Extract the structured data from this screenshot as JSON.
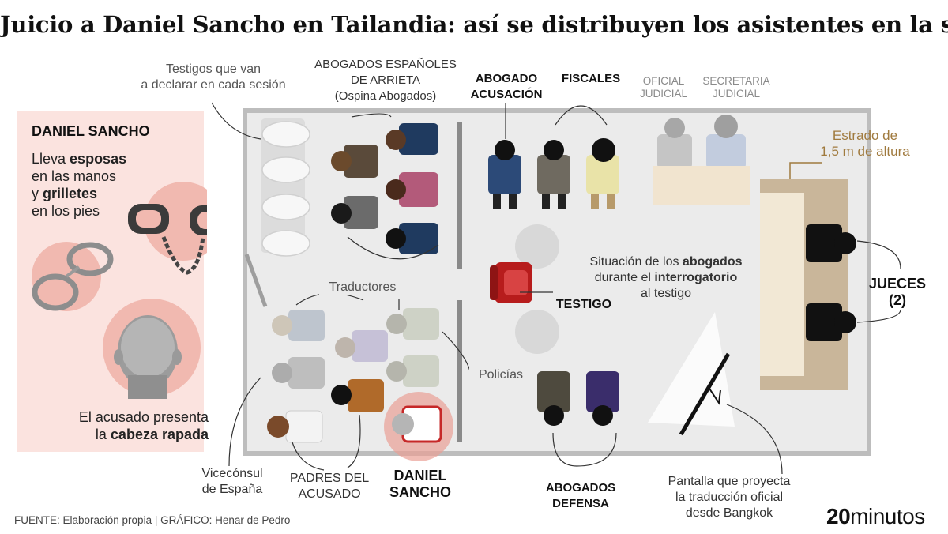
{
  "title": "Juicio a Daniel Sancho en Tailandia: así se distribuyen los asistentes en la sala",
  "sidebar": {
    "heading": "DANIEL SANCHO",
    "line1_a": "Lleva ",
    "line1_b": "esposas",
    "line2": "en las manos",
    "line3_a": "y ",
    "line3_b": "grilletes",
    "line4": "en los pies",
    "bottom1": "El acusado presenta",
    "bottom2_a": "la ",
    "bottom2_b": "cabeza rapada"
  },
  "labels": {
    "testigos1": "Testigos que van",
    "testigos2": "a declarar en cada sesión",
    "abog_esp1": "ABOGADOS ESPAÑOLES",
    "abog_esp2": "DE ARRIETA",
    "abog_esp3": "(Ospina Abogados)",
    "acusacion1": "ABOGADO",
    "acusacion2": "ACUSACIÓN",
    "fiscales": "FISCALES",
    "oficial1": "OFICIAL",
    "oficial2": "JUDICIAL",
    "secretaria1": "SECRETARIA",
    "secretaria2": "JUDICIAL",
    "estrado1": "Estrado de",
    "estrado2": "1,5 m de altura",
    "situacion1_a": "Situación de los ",
    "situacion1_b": "abogados",
    "situacion2_a": "durante el ",
    "situacion2_b": "interrogatorio",
    "situacion3": "al testigo",
    "testigo": "TESTIGO",
    "jueces1": "JUECES",
    "jueces2": "(2)",
    "traductores": "Traductores",
    "policias": "Policías",
    "vicec1": "Vicecónsul",
    "vicec2": "de España",
    "padres1": "PADRES DEL",
    "padres2": "ACUSADO",
    "daniel1": "DANIEL",
    "daniel2": "SANCHO",
    "defensa1": "ABOGADOS",
    "defensa2": "DEFENSA",
    "pantalla1": "Pantalla que proyecta",
    "pantalla2": "la traducción oficial",
    "pantalla3": "desde Bangkok"
  },
  "footer": {
    "source": "FUENTE: Elaboración propia  |  GRÁFICO: Henar de Pedro"
  },
  "logo": {
    "number": "20",
    "word": "minutos"
  },
  "colors": {
    "room_bg": "#ebebeb",
    "sidebar_bg": "#fbe3df",
    "highlight_red": "#c62828",
    "estrado": "#c9b69a",
    "brown_text": "#a07a3e"
  }
}
